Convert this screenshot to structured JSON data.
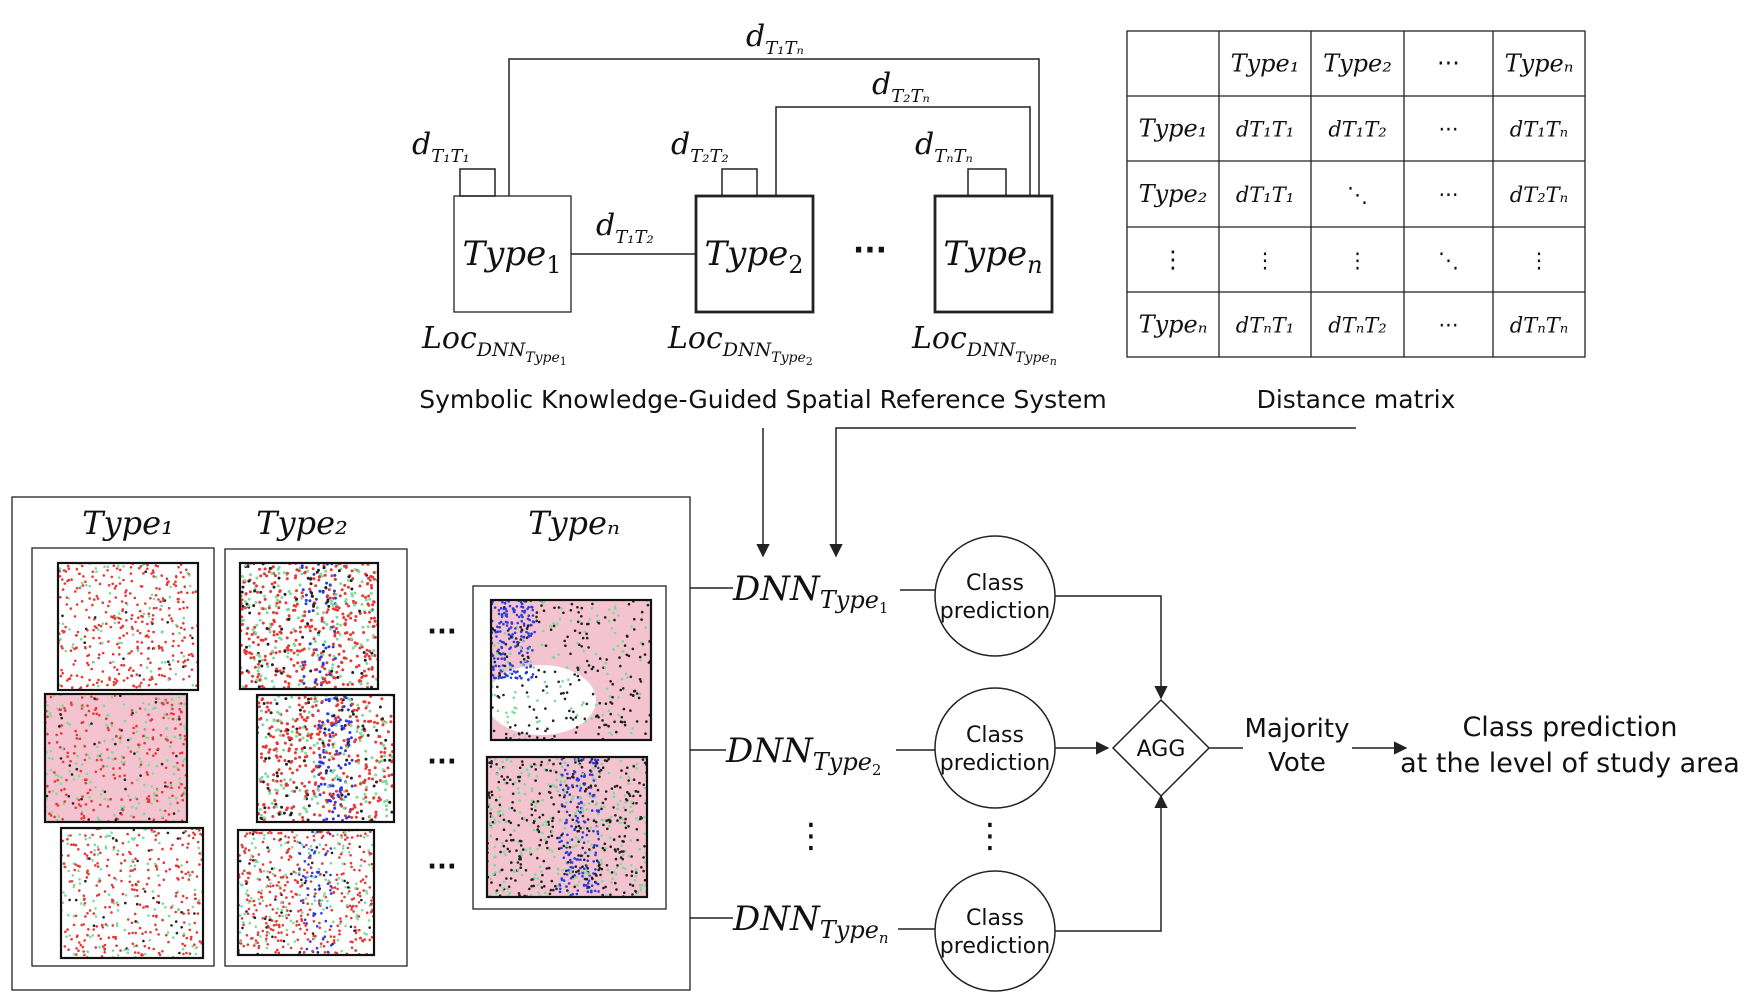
{
  "reference_system": {
    "caption": "Symbolic Knowledge-Guided Spatial Reference System",
    "ellipsis": "···",
    "boxes": [
      {
        "type": "Type",
        "sub": "1",
        "loc": "Loc",
        "loc_sub": "DNN",
        "loc_subsub": "Type",
        "loc_idx": "1",
        "self_d": "d",
        "self_sub": "T₁T₁"
      },
      {
        "type": "Type",
        "sub": "2",
        "loc": "Loc",
        "loc_sub": "DNN",
        "loc_subsub": "Type",
        "loc_idx": "2",
        "self_d": "d",
        "self_sub": "T₂T₂"
      },
      {
        "type": "Type",
        "sub": "n",
        "loc": "Loc",
        "loc_sub": "DNN",
        "loc_subsub": "Type",
        "loc_idx": "n",
        "self_d": "d",
        "self_sub": "TₙTₙ"
      }
    ],
    "pair_labels": [
      {
        "d": "d",
        "sub": "T₁T₂"
      },
      {
        "d": "d",
        "sub": "T₁Tₙ"
      },
      {
        "d": "d",
        "sub": "T₂Tₙ"
      }
    ]
  },
  "distance_matrix": {
    "caption": "Distance matrix",
    "headers": [
      "",
      "Type₁",
      "Type₂",
      "···",
      "Typeₙ"
    ],
    "rows": [
      [
        "Type₁",
        "dT₁T₁",
        "dT₁T₂",
        "···",
        "dT₁Tₙ"
      ],
      [
        "Type₂",
        "dT₁T₁",
        "⋱",
        "···",
        "dT₂Tₙ"
      ],
      [
        "⋮",
        "⋮",
        "⋮",
        "⋱",
        "⋮"
      ],
      [
        "Typeₙ",
        "dTₙT₁",
        "dTₙT₂",
        "···",
        "dTₙTₙ"
      ]
    ]
  },
  "samples": {
    "column_titles": [
      "Type₁",
      "Type₂",
      "Typeₙ"
    ],
    "ellipsis": "···",
    "colors": {
      "red": "#e53935",
      "green": "#7ed99b",
      "blue": "#2b3bdc",
      "black": "#222222",
      "pink": "#f3c3cf"
    }
  },
  "pipeline": {
    "dnn_rows": [
      {
        "label": "DNN",
        "sub": "Type",
        "idx": "1"
      },
      {
        "label": "DNN",
        "sub": "Type",
        "idx": "2"
      },
      {
        "label": "DNN",
        "sub": "Type",
        "idx": "n"
      }
    ],
    "class_prediction": [
      "Class",
      "prediction"
    ],
    "vdots": "⋮",
    "agg": "AGG",
    "majority_vote": [
      "Majority",
      "Vote"
    ],
    "final_output": [
      "Class prediction",
      "at the level of study area"
    ]
  }
}
